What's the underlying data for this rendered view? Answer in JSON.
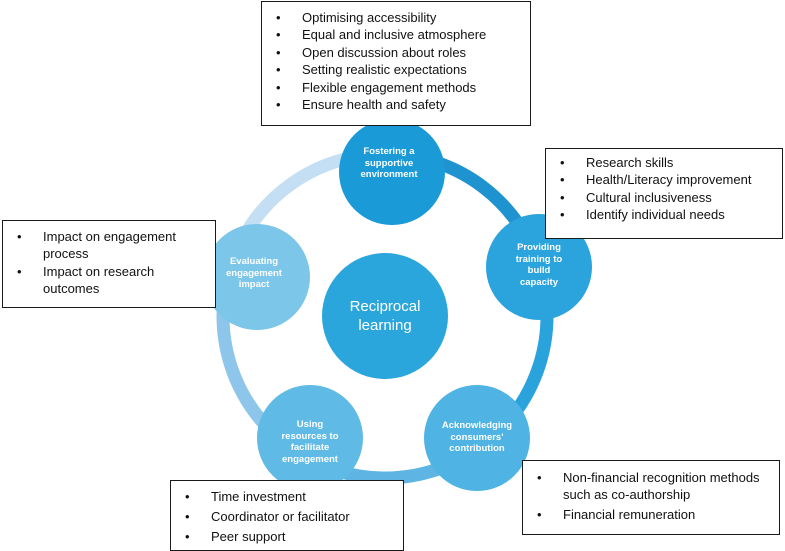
{
  "center": {
    "label": "Reciprocal\nlearning"
  },
  "nodes": [
    {
      "id": "fostering",
      "label": "Fostering a\nsupportive\nenvironment"
    },
    {
      "id": "training",
      "label": "Providing\ntraining to\nbuild\ncapacity"
    },
    {
      "id": "acknowledging",
      "label": "Acknowledging\nconsumers'\ncontribution"
    },
    {
      "id": "resources",
      "label": "Using\nresources to\nfacilitate\nengagement"
    },
    {
      "id": "evaluating",
      "label": "Evaluating\nengagement\nimpact"
    }
  ],
  "boxes": {
    "top": [
      "Optimising accessibility",
      "Equal and inclusive atmosphere",
      "Open discussion about roles",
      "Setting realistic expectations",
      "Flexible engagement methods",
      "Ensure health and safety"
    ],
    "right": [
      "Research skills",
      "Health/Literacy improvement",
      "Cultural inclusiveness",
      "Identify individual needs"
    ],
    "left": [
      "Impact on engagement process",
      "Impact on research outcomes"
    ],
    "bottom_right": [
      "Non-financial recognition methods such as co-authorship",
      "Financial remuneration"
    ],
    "bottom_left": [
      "Time investment",
      "Coordinator or facilitator",
      "Peer support"
    ]
  },
  "colors": {
    "node_fill": "#1c9ad6",
    "center_fill": "#2aa6dd",
    "ring_segments": [
      "#1f93cf",
      "#2aa3dc",
      "#5eb5e3",
      "#8ec5ea",
      "#c4dff3"
    ]
  }
}
